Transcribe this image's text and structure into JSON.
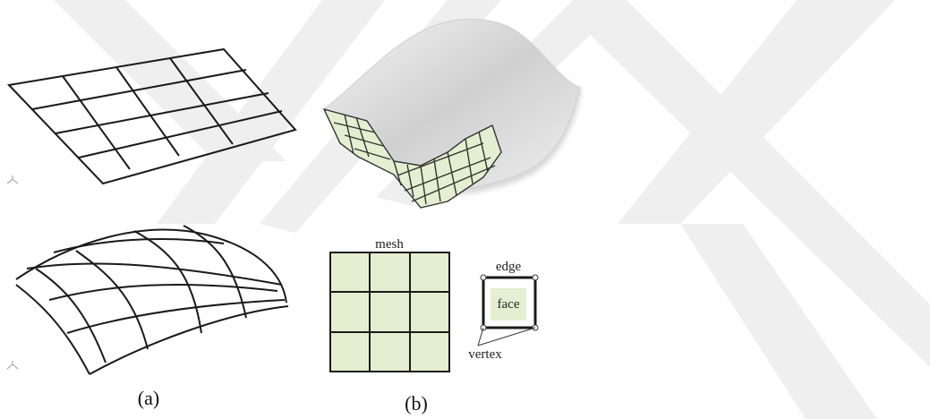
{
  "panel_a": {
    "caption": "(a)"
  },
  "panel_b": {
    "caption": "(b)",
    "mesh_label": "mesh",
    "edge_label": "edge",
    "face_label": "face",
    "vertex_label": "vertex"
  },
  "colors": {
    "mesh_fill": "#e3efd0",
    "line": "#1a1a1a",
    "surface_gray": "#d9d9d9",
    "watermark": "#ececec"
  },
  "icons": {
    "watermark": "chevron-watermark",
    "axis_indicator": "axis-indicator-icon"
  }
}
